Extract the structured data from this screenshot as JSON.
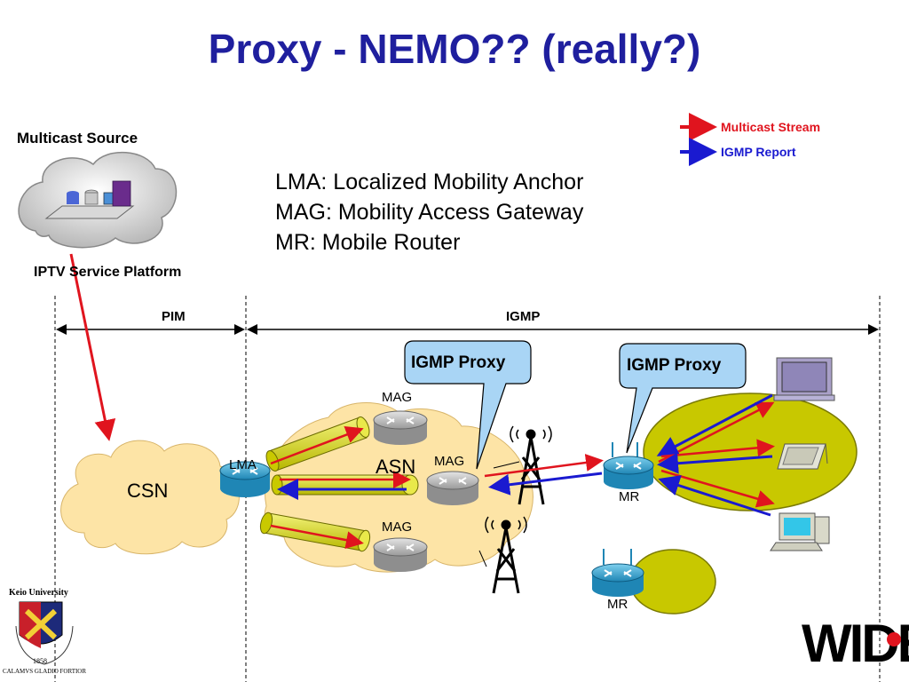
{
  "title": "Proxy - NEMO?? (really?)",
  "legend": {
    "multicast_stream": "Multicast Stream",
    "igmp_report": "IGMP Report",
    "colors": {
      "multicast": "#e0141e",
      "igmp": "#1a1ad0"
    }
  },
  "source": {
    "heading": "Multicast Source",
    "platform": "IPTV Service Platform"
  },
  "definitions": [
    "LMA: Localized Mobility Anchor",
    "MAG: Mobility Access Gateway",
    "MR: Mobile Router"
  ],
  "regions": {
    "pim": "PIM",
    "igmp": "IGMP"
  },
  "callouts": {
    "left": "IGMP Proxy",
    "right": "IGMP Proxy"
  },
  "nodes": {
    "csn": "CSN",
    "asn": "ASN",
    "lma": "LMA",
    "mag_top": "MAG",
    "mag_mid": "MAG",
    "mag_bottom": "MAG",
    "mr_main": "MR",
    "mr_second": "MR"
  },
  "logos": {
    "keio_name": "Keio University",
    "keio_year": "1858",
    "keio_motto": "CALAMVS GLADIO FORTIOR",
    "wide": "WIDE"
  }
}
